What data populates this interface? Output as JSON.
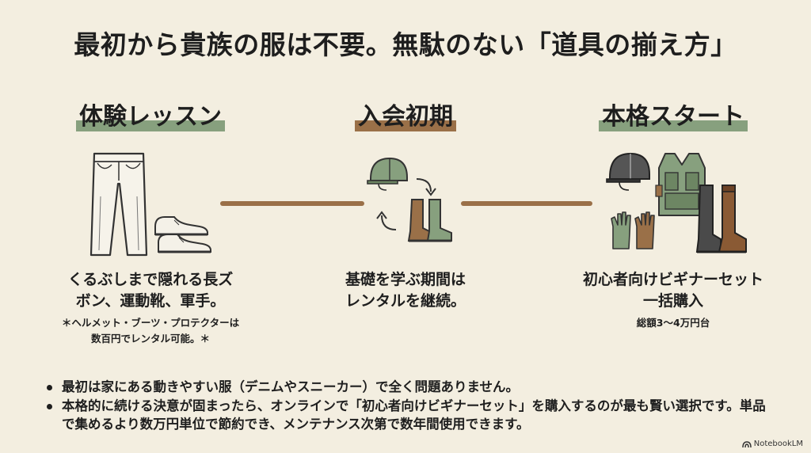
{
  "title": "最初から貴族の服は不要。無駄のない「道具の揃え方」",
  "colors": {
    "background": "#f3eee0",
    "green": "#87a07e",
    "brown": "#9a7048",
    "text": "#1e1e1e"
  },
  "stages": [
    {
      "heading": "体験レッスン",
      "text_lines": [
        "くるぶしまで隠れる長ズ",
        "ボン、運動靴、軍手。"
      ],
      "note_lines": [
        "＊ヘルメット・ブーツ・プロテクターは",
        "数百円でレンタル可能。＊"
      ],
      "icons": [
        "jeans-icon",
        "sneakers-icon"
      ]
    },
    {
      "heading": "入会初期",
      "text_lines": [
        "基礎を学ぶ期間は",
        "レンタルを継続。"
      ],
      "icons": [
        "helmet-icon",
        "boots-icon",
        "cycle-arrows-icon"
      ]
    },
    {
      "heading": "本格スタート",
      "text_lines": [
        "初心者向けビギナーセット",
        "一括購入"
      ],
      "note_lines": [
        "総額3〜4万円台"
      ],
      "icons": [
        "helmet-icon",
        "vest-icon",
        "gloves-icon",
        "tall-boots-icon"
      ]
    }
  ],
  "bullets": [
    "最初は家にある動きやすい服（デニムやスニーカー）で全く問題ありません。",
    "本格的に続ける決意が固まったら、オンラインで「初心者向けビギナーセット」を購入するのが最も賢い選択です。単品で集めるより数万円単位で節約でき、メンテナンス次第で数年間使用できます。"
  ],
  "watermark": "NotebookLM"
}
